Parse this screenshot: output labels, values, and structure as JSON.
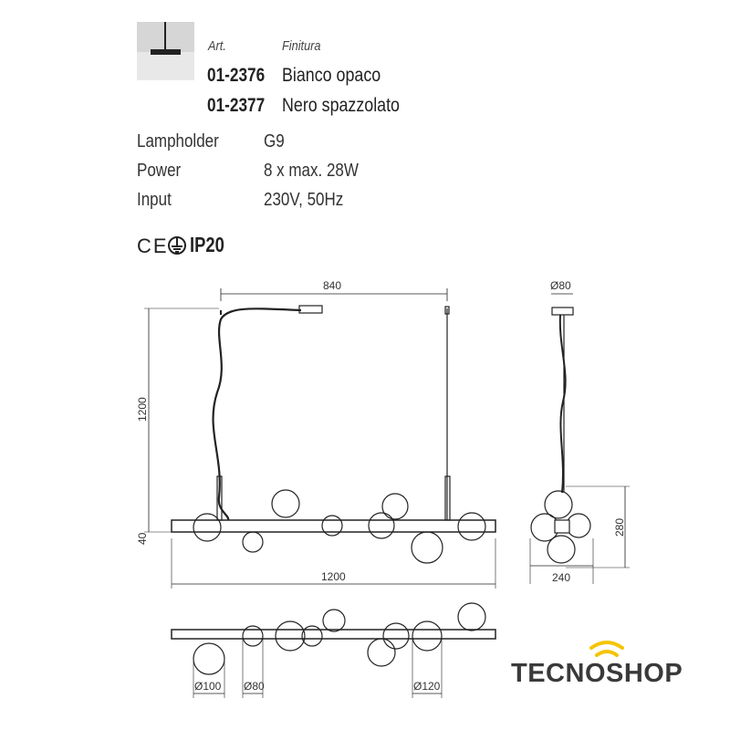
{
  "header": {
    "art_label": "Art.",
    "finish_label": "Finitura",
    "articles": [
      {
        "code": "01-2376",
        "finish": "Bianco opaco"
      },
      {
        "code": "01-2377",
        "finish": "Nero spazzolato"
      }
    ]
  },
  "specs": [
    {
      "label": "Lampholder",
      "value": "G9"
    },
    {
      "label": "Power",
      "value": "8 x max. 28W"
    },
    {
      "label": "Input",
      "value": "230V, 50Hz"
    }
  ],
  "certifications": {
    "ce": "CE",
    "ip": "IP20"
  },
  "dimensions": {
    "width_top": "840",
    "height": "1200",
    "bar_height": "40",
    "length": "1200",
    "canopy": "Ø80",
    "side_height": "280",
    "side_width": "240",
    "globe_large": "Ø100",
    "globe_small": "Ø80",
    "globe_xl": "Ø120"
  },
  "brand": {
    "name": "TECNOSHOP",
    "accent": "#f5c400"
  }
}
